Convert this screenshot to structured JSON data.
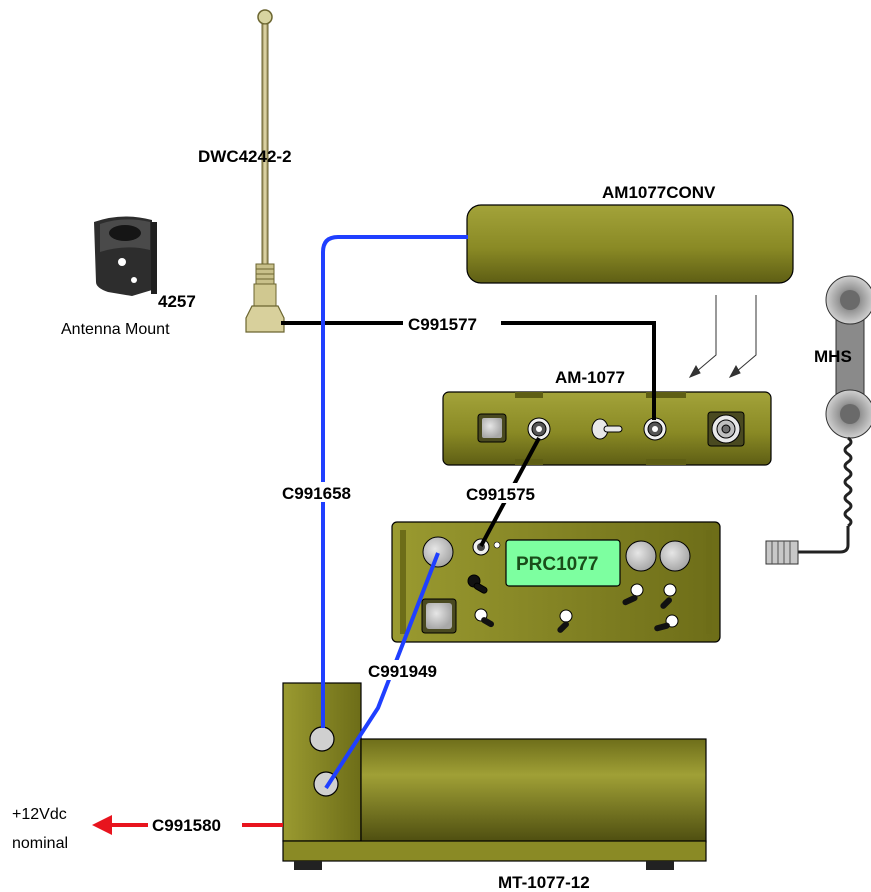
{
  "labels": {
    "antenna": "DWC4242-2",
    "mount_part": "4257",
    "mount_desc": "Antenna Mount",
    "converter": "AM1077CONV",
    "amplifier": "AM-1077",
    "handset": "MHS",
    "radio": "PRC1077",
    "mount_base": "MT-1077-12",
    "power_line1": "+12Vdc",
    "power_line2": "nominal"
  },
  "cables": {
    "antenna_to_amp": "C991577",
    "converter_to_mount": "C991658",
    "amp_to_radio": "C991575",
    "radio_to_mount": "C991949",
    "power": "C991580"
  },
  "colors": {
    "olive": "#8b8b2a",
    "olive_dark": "#5e5e14",
    "blue_cable": "#1f3fff",
    "red_cable": "#e8141e",
    "display": "#7dffa0"
  }
}
